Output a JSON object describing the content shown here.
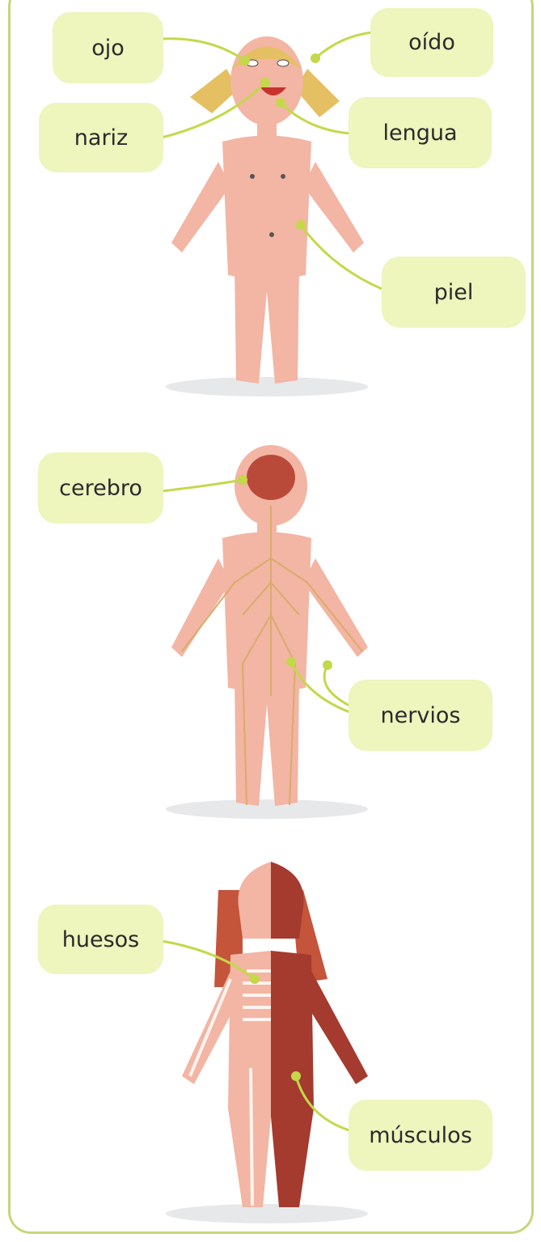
{
  "colors": {
    "frame": "#c5d77a",
    "label_bg": "#eef5bd",
    "leader_line": "#c4d84a",
    "skin": "#f3b5a4",
    "nerves": "#d8ad6a",
    "muscle": "#a53a2f",
    "bone": "#fff4ee",
    "hair": "#d96a3e"
  },
  "figures": {
    "external": {
      "labels": {
        "eye": "ojo",
        "ear": "oído",
        "nose": "nariz",
        "tongue": "lengua",
        "skin": "piel"
      }
    },
    "nervous_system": {
      "labels": {
        "brain": "cerebro",
        "nerves": "nervios"
      }
    },
    "skeleton_muscles": {
      "labels": {
        "bones": "huesos",
        "muscles": "músculos"
      }
    }
  }
}
